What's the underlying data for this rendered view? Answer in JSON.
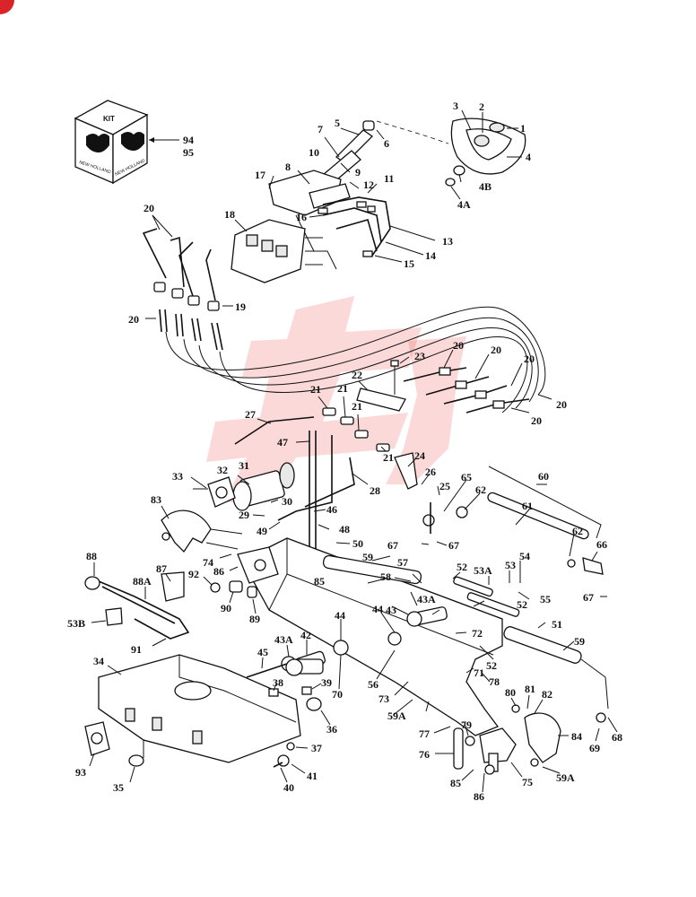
{
  "kit": {
    "label": "KIT",
    "brand": "NEW HOLLAND",
    "brand_color": "#111111"
  },
  "accent_colors": {
    "corner_badge": "#d9252a",
    "watermark": "#e8544f"
  },
  "callouts": {
    "c1": "1",
    "c2": "2",
    "c3": "3",
    "c4": "4",
    "c4a": "4A",
    "c4b": "4B",
    "c5": "5",
    "c6": "6",
    "c7": "7",
    "c8": "8",
    "c9": "9",
    "c10": "10",
    "c11": "11",
    "c12": "12",
    "c13": "13",
    "c14": "14",
    "c15": "15",
    "c16": "16",
    "c17": "17",
    "c18": "18",
    "c19": "19",
    "c20a": "20",
    "c20b": "20",
    "c20c": "20",
    "c20d": "20",
    "c20e": "20",
    "c20f": "20",
    "c20g": "20",
    "c21a": "21",
    "c21b": "21",
    "c21c": "21",
    "c21d": "21",
    "c22": "22",
    "c23": "23",
    "c24": "24",
    "c25": "25",
    "c26": "26",
    "c27": "27",
    "c28": "28",
    "c29": "29",
    "c30": "30",
    "c31": "31",
    "c32": "32",
    "c33": "33",
    "c34": "34",
    "c35": "35",
    "c36": "36",
    "c37": "37",
    "c38": "38",
    "c39": "39",
    "c40": "40",
    "c41": "41",
    "c42": "42",
    "c43a": "43A",
    "c43b": "43A",
    "c43c": "43",
    "c44a": "44",
    "c44b": "44",
    "c45": "45",
    "c46": "46",
    "c47": "47",
    "c48": "48",
    "c49": "49",
    "c50": "50",
    "c51": "51",
    "c52a": "52",
    "c52b": "52",
    "c52c": "52",
    "c53": "53",
    "c53a": "53A",
    "c53b": "53B",
    "c54": "54",
    "c55": "55",
    "c56": "56",
    "c57": "57",
    "c58": "58",
    "c59a": "59",
    "c59b": "59",
    "c59c": "59A",
    "c59d": "59A",
    "c60": "60",
    "c61": "61",
    "c62a": "62",
    "c62b": "62",
    "c65": "65",
    "c66": "66",
    "c67a": "67",
    "c67b": "67",
    "c67c": "67",
    "c68": "68",
    "c69": "69",
    "c70": "70",
    "c71": "71",
    "c72": "72",
    "c73": "73",
    "c74": "74",
    "c75": "75",
    "c76": "76",
    "c77": "77",
    "c78": "78",
    "c79": "79",
    "c80": "80",
    "c81": "81",
    "c82": "82",
    "c83": "83",
    "c84": "84",
    "c85a": "85",
    "c85b": "85",
    "c86a": "86",
    "c86b": "86",
    "c87": "87",
    "c88": "88",
    "c88a": "88A",
    "c89": "89",
    "c90": "90",
    "c91": "91",
    "c92": "92",
    "c93": "93",
    "c94": "94",
    "c95": "95"
  }
}
